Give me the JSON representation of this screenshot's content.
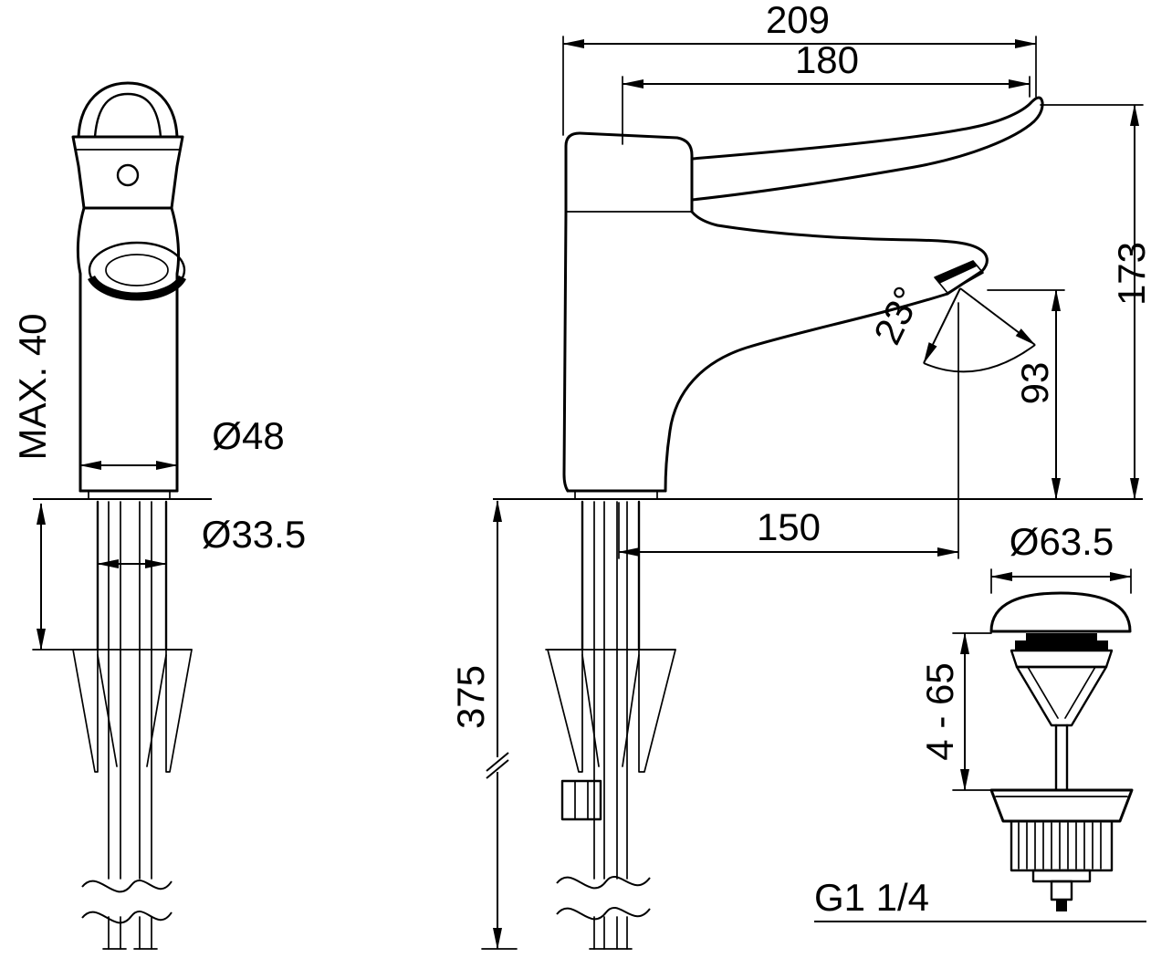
{
  "colors": {
    "line": "#000000",
    "background": "#ffffff"
  },
  "dims": {
    "front": {
      "max_thickness": "MAX. 40",
      "body_diameter": "Ø48",
      "shank_diameter": "Ø33.5"
    },
    "side": {
      "total_length": "209",
      "lever_length": "180",
      "total_height": "173",
      "spout_angle": "23°",
      "outlet_height": "93",
      "spout_reach": "150",
      "hose_length": "375"
    },
    "waste": {
      "cap_diameter": "Ø63.5",
      "adjust_range": "4 - 65",
      "thread_size": "G1 1/4"
    }
  }
}
